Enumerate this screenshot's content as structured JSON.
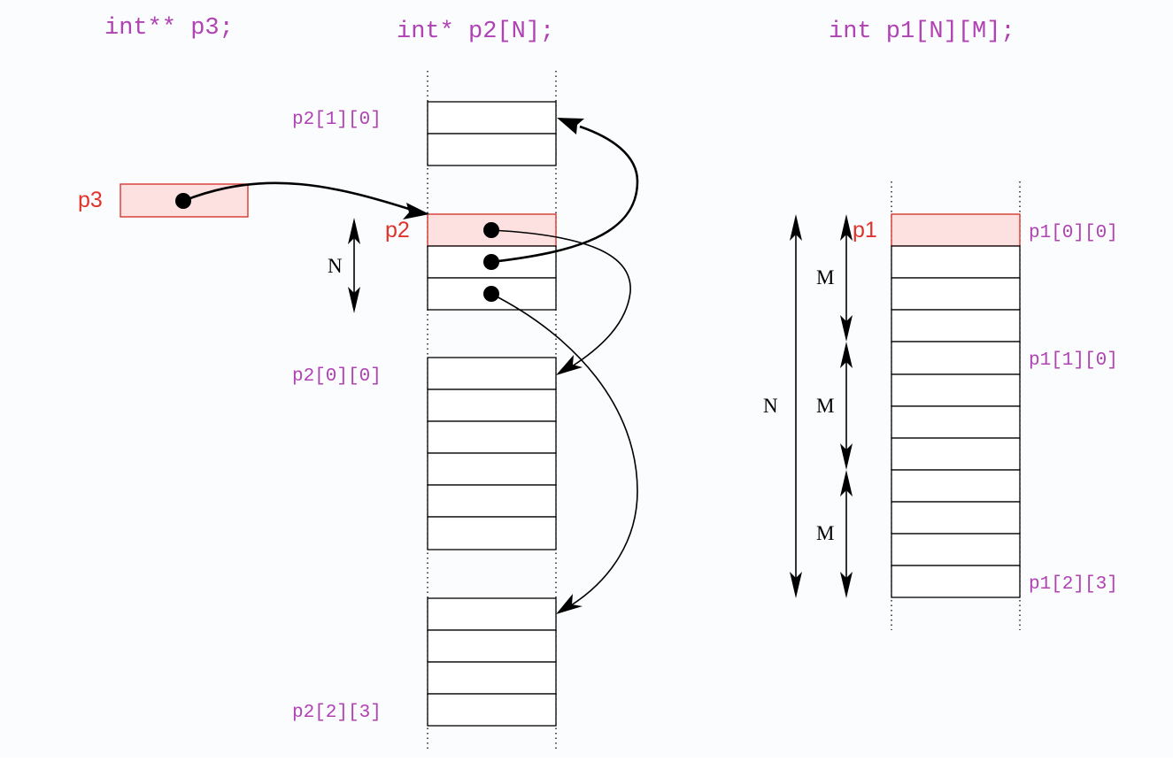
{
  "titles": {
    "p3_decl": "int** p3;",
    "p2_decl": "int* p2[N];",
    "p1_decl": "int p1[N][M];"
  },
  "vars": {
    "p3": "p3",
    "p2": "p2",
    "p1": "p1"
  },
  "p2_labels": {
    "row1_first": "p2[1][0]",
    "row0_first": "p2[0][0]",
    "row2_last": "p2[2][3]"
  },
  "p1_labels": {
    "first": "p1[0][0]",
    "row1_first": "p1[1][0]",
    "last": "p1[2][3]"
  },
  "dims": {
    "p2_pointer_array": "N",
    "p1_total": "N",
    "p1_row_1": "M",
    "p1_row_2": "M",
    "p1_row_3": "M"
  },
  "colors": {
    "code_purple": "#b042b4",
    "pointer_red": "#e0332b",
    "highlight_fill": "#fde0e0",
    "stroke": "#000000"
  },
  "structure": {
    "p2_pointer_cells": 3,
    "p2_row_cells": 4,
    "p1_rows": 3,
    "p1_cols": 4
  }
}
